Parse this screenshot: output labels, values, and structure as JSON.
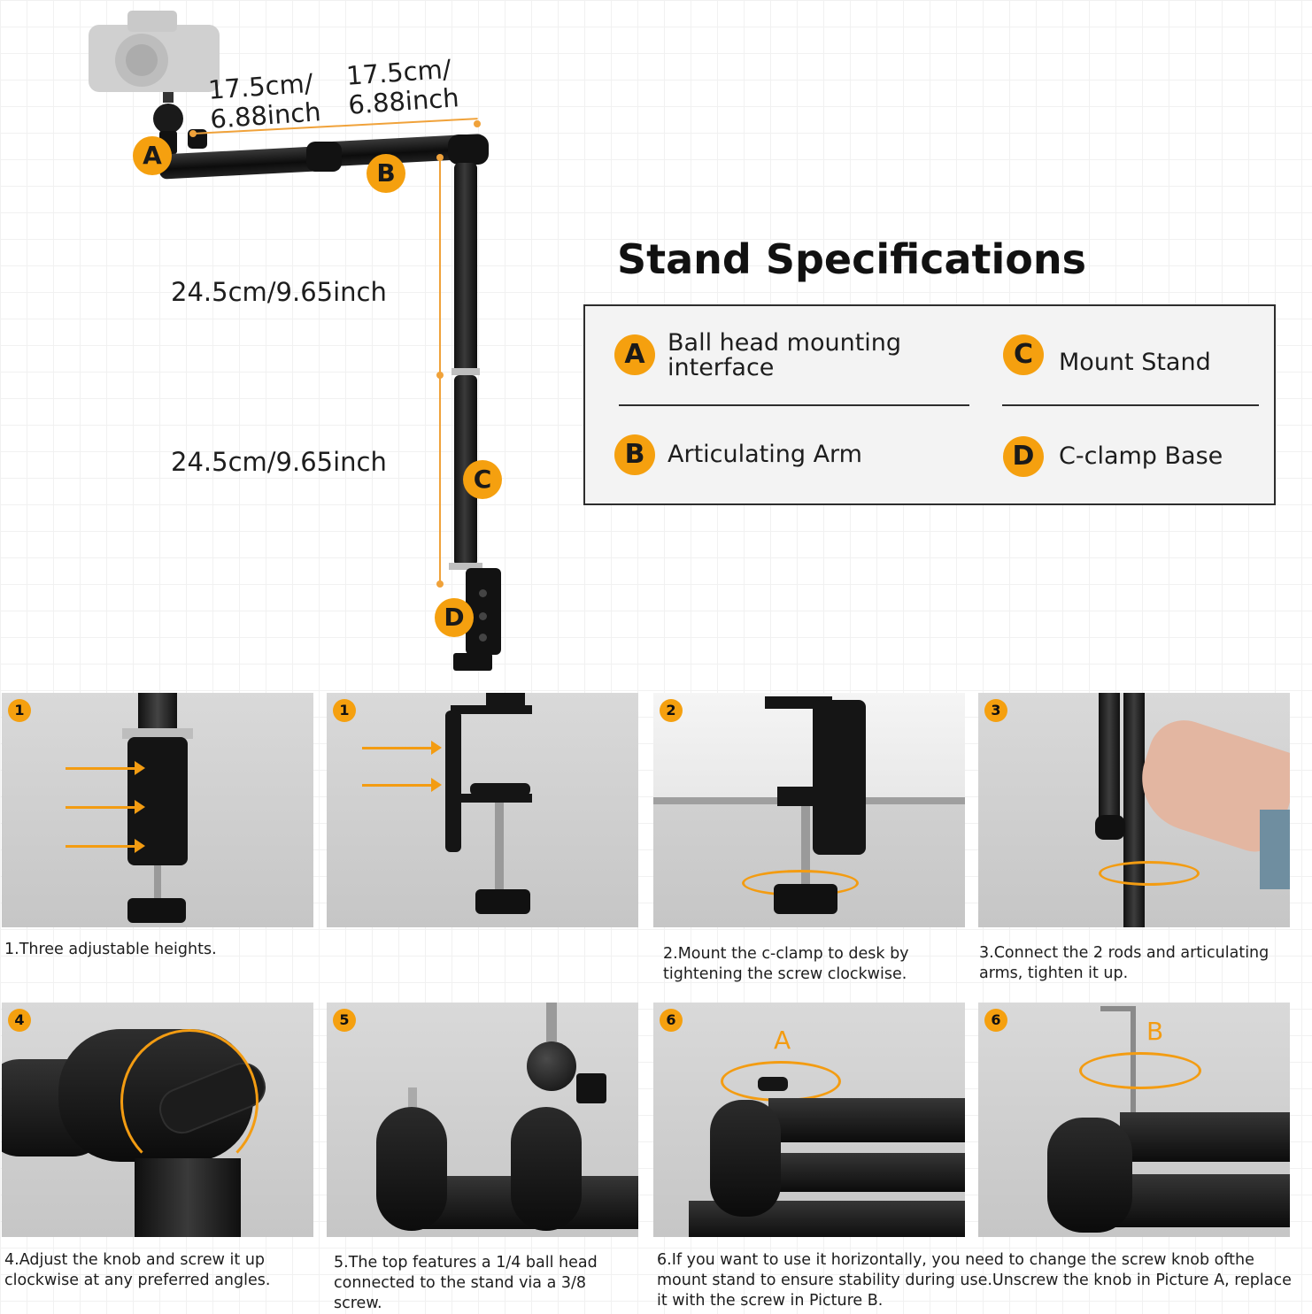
{
  "diagram": {
    "dim_arm_left": "17.5cm/\n6.88inch",
    "dim_arm_right": "17.5cm/\n6.88inch",
    "dim_pole_top": "24.5cm/9.65inch",
    "dim_pole_bottom": "24.5cm/9.65inch",
    "badges": {
      "a": "A",
      "b": "B",
      "c": "C",
      "d": "D"
    }
  },
  "specs": {
    "title": "Stand Specifications",
    "items": [
      {
        "letter": "A",
        "label": "Ball head mounting\ninterface"
      },
      {
        "letter": "C",
        "label": "Mount Stand"
      },
      {
        "letter": "B",
        "label": "Articulating Arm"
      },
      {
        "letter": "D",
        "label": "C-clamp Base"
      }
    ]
  },
  "steps": [
    {
      "num": "1",
      "caption": "1.Three adjustable heights."
    },
    {
      "num": "1",
      "caption": ""
    },
    {
      "num": "2",
      "caption": "2.Mount the c-clamp to desk by tightening the screw clockwise."
    },
    {
      "num": "3",
      "caption": "3.Connect the 2 rods and articulating arms, tighten it up."
    },
    {
      "num": "4",
      "caption": "4.Adjust the knob and screw it up clockwise at any preferred angles."
    },
    {
      "num": "5",
      "caption": "5.The top features a 1/4 ball head connected to the stand via a 3/8 screw."
    },
    {
      "num": "6",
      "caption": "6.If you want to use it horizontally, you need to change the screw knob ofthe mount stand to ensure stability during use.Unscrew the knob in Picture A, replace it with the screw in Picture B.",
      "overlay": "A"
    },
    {
      "num": "6",
      "caption": "",
      "overlay": "B"
    }
  ],
  "colors": {
    "accent": "#f5a00f",
    "border": "#2d2d2d"
  }
}
